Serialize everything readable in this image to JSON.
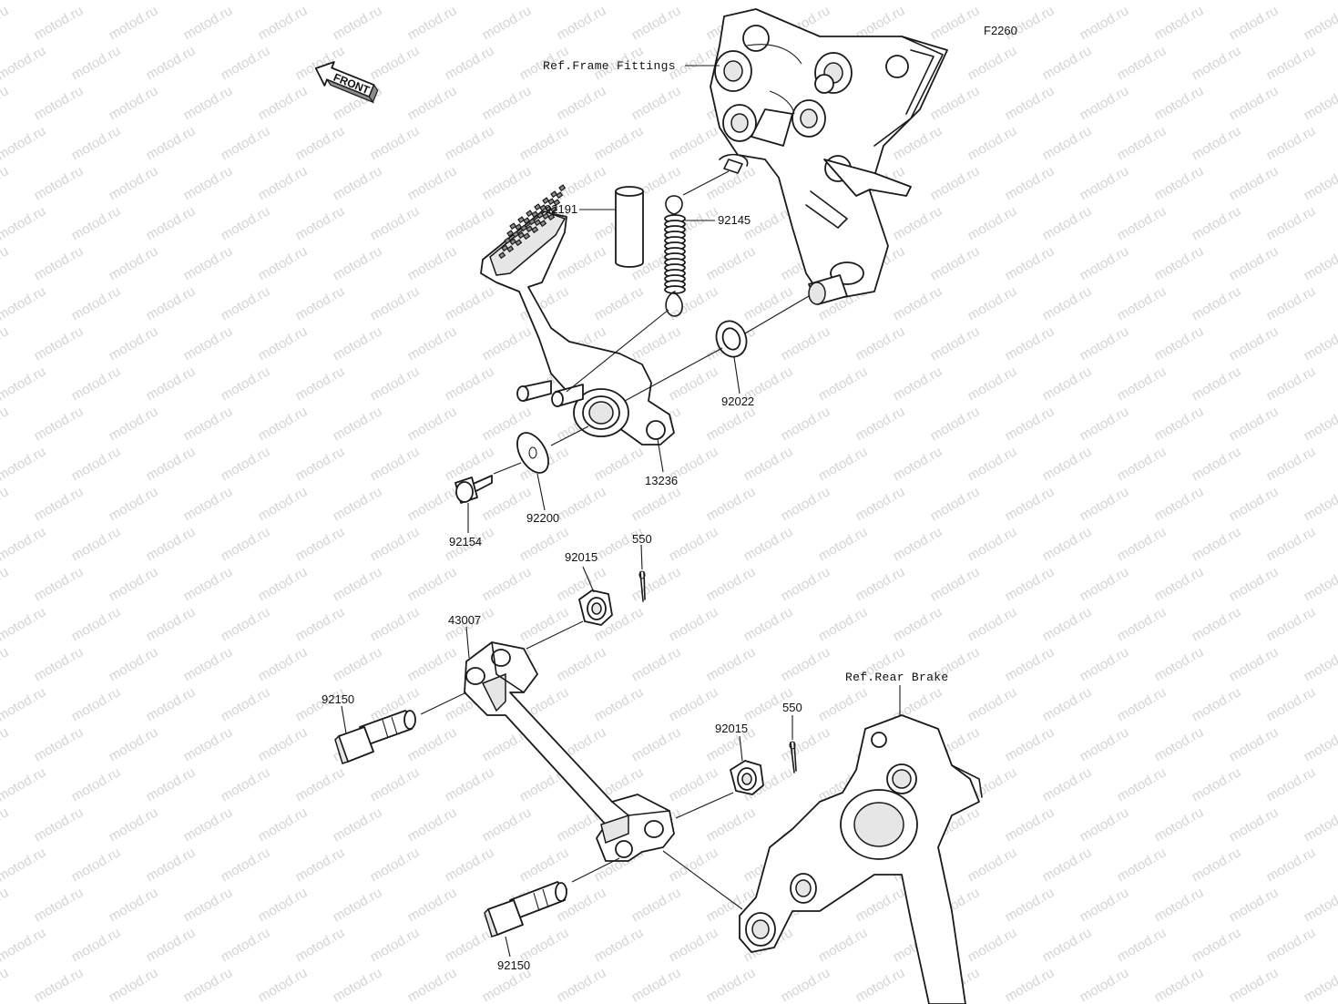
{
  "diagram_code": "F2260",
  "front_arrow_label": "FRONT",
  "references": {
    "frame_fittings": "Ref.Frame Fittings",
    "rear_brake": "Ref.Rear Brake"
  },
  "parts": [
    {
      "key": "92191",
      "number": "92191"
    },
    {
      "key": "92145",
      "number": "92145"
    },
    {
      "key": "92022",
      "number": "92022"
    },
    {
      "key": "13236",
      "number": "13236"
    },
    {
      "key": "92200",
      "number": "92200"
    },
    {
      "key": "92154",
      "number": "92154"
    },
    {
      "key": "92015_top",
      "number": "92015"
    },
    {
      "key": "550_top",
      "number": "550"
    },
    {
      "key": "43007",
      "number": "43007"
    },
    {
      "key": "92150_top",
      "number": "92150"
    },
    {
      "key": "92015_bottom",
      "number": "92015"
    },
    {
      "key": "550_bottom",
      "number": "550"
    },
    {
      "key": "92150_bottom",
      "number": "92150"
    }
  ],
  "watermark": "motod.ru"
}
